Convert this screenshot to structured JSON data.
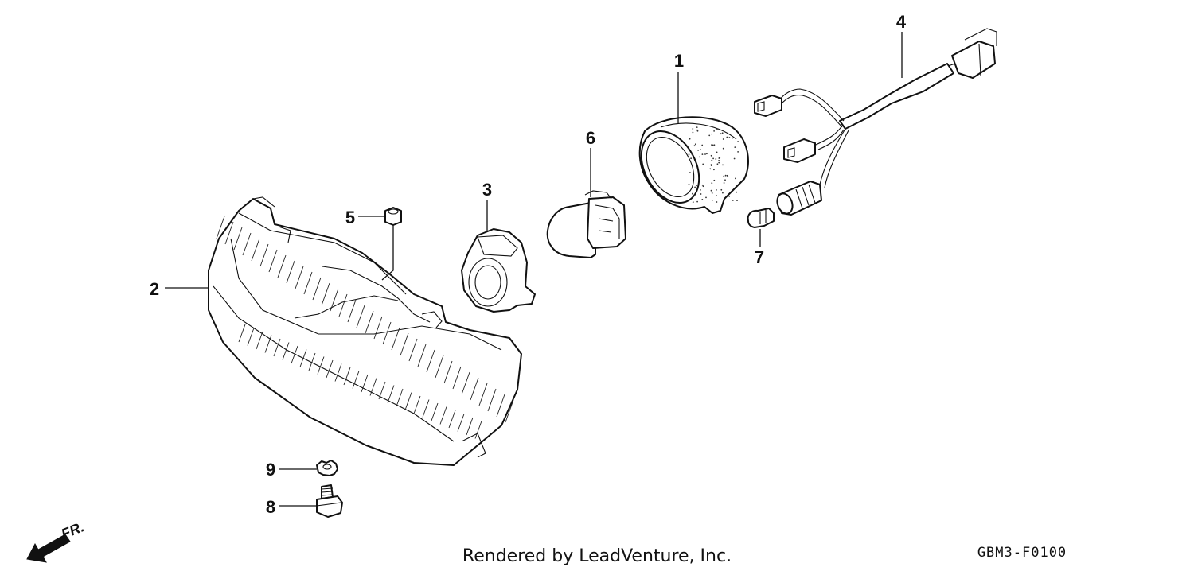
{
  "diagram": {
    "callouts": [
      {
        "id": "1",
        "label": "1"
      },
      {
        "id": "2",
        "label": "2"
      },
      {
        "id": "3",
        "label": "3"
      },
      {
        "id": "4",
        "label": "4"
      },
      {
        "id": "5",
        "label": "5"
      },
      {
        "id": "6",
        "label": "6"
      },
      {
        "id": "7",
        "label": "7"
      },
      {
        "id": "8",
        "label": "8"
      },
      {
        "id": "9",
        "label": "9"
      }
    ],
    "direction_label": "FR.",
    "credit": "Rendered by LeadVenture, Inc.",
    "diagram_code": "GBM3-F0100"
  }
}
